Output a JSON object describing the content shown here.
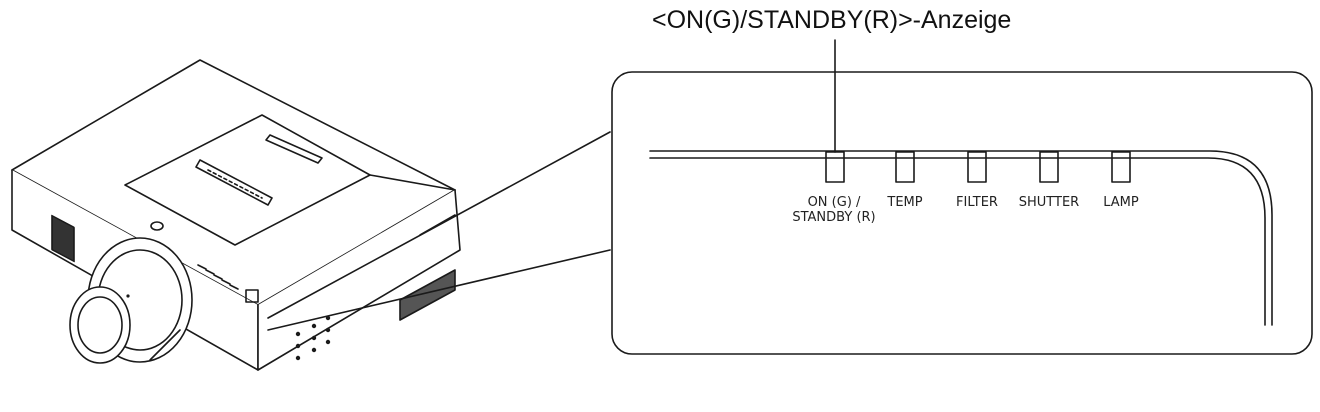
{
  "callout": {
    "title": "<ON(G)/STANDBY(R)>-Anzeige"
  },
  "indicators": [
    {
      "id": "on-standby",
      "line1": "ON (G) /",
      "line2": "STANDBY (R)"
    },
    {
      "id": "temp",
      "line1": "TEMP"
    },
    {
      "id": "filter",
      "line1": "FILTER"
    },
    {
      "id": "shutter",
      "line1": "SHUTTER"
    },
    {
      "id": "lamp",
      "line1": "LAMP"
    }
  ],
  "colors": {
    "stroke": "#1a1a1a",
    "panel_fill": "#ffffff"
  }
}
